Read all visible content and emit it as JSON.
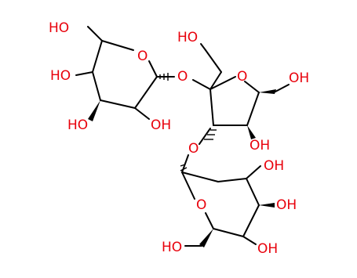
{
  "molecule": {
    "atom_labels": {
      "ho_top_left": "HO",
      "o_ring_left": "O",
      "ho_left_1": "HO",
      "o_glyco_1": "O",
      "ho_left_2": "HO",
      "oh_left_ring": "OH",
      "oh_top_center": "HO",
      "o_ring_center": "O",
      "oh_top_right": "OH",
      "o_glyco_2": "O",
      "oh_center": "OH",
      "oh_right_1": "OH",
      "o_ring_bottom": "O",
      "oh_right_2": "OH",
      "ho_bottom_left": "HO",
      "oh_bottom": "OH"
    },
    "colors": {
      "oxygen": "#e8000b",
      "carbon_bond": "#000000",
      "background": "#ffffff"
    }
  }
}
